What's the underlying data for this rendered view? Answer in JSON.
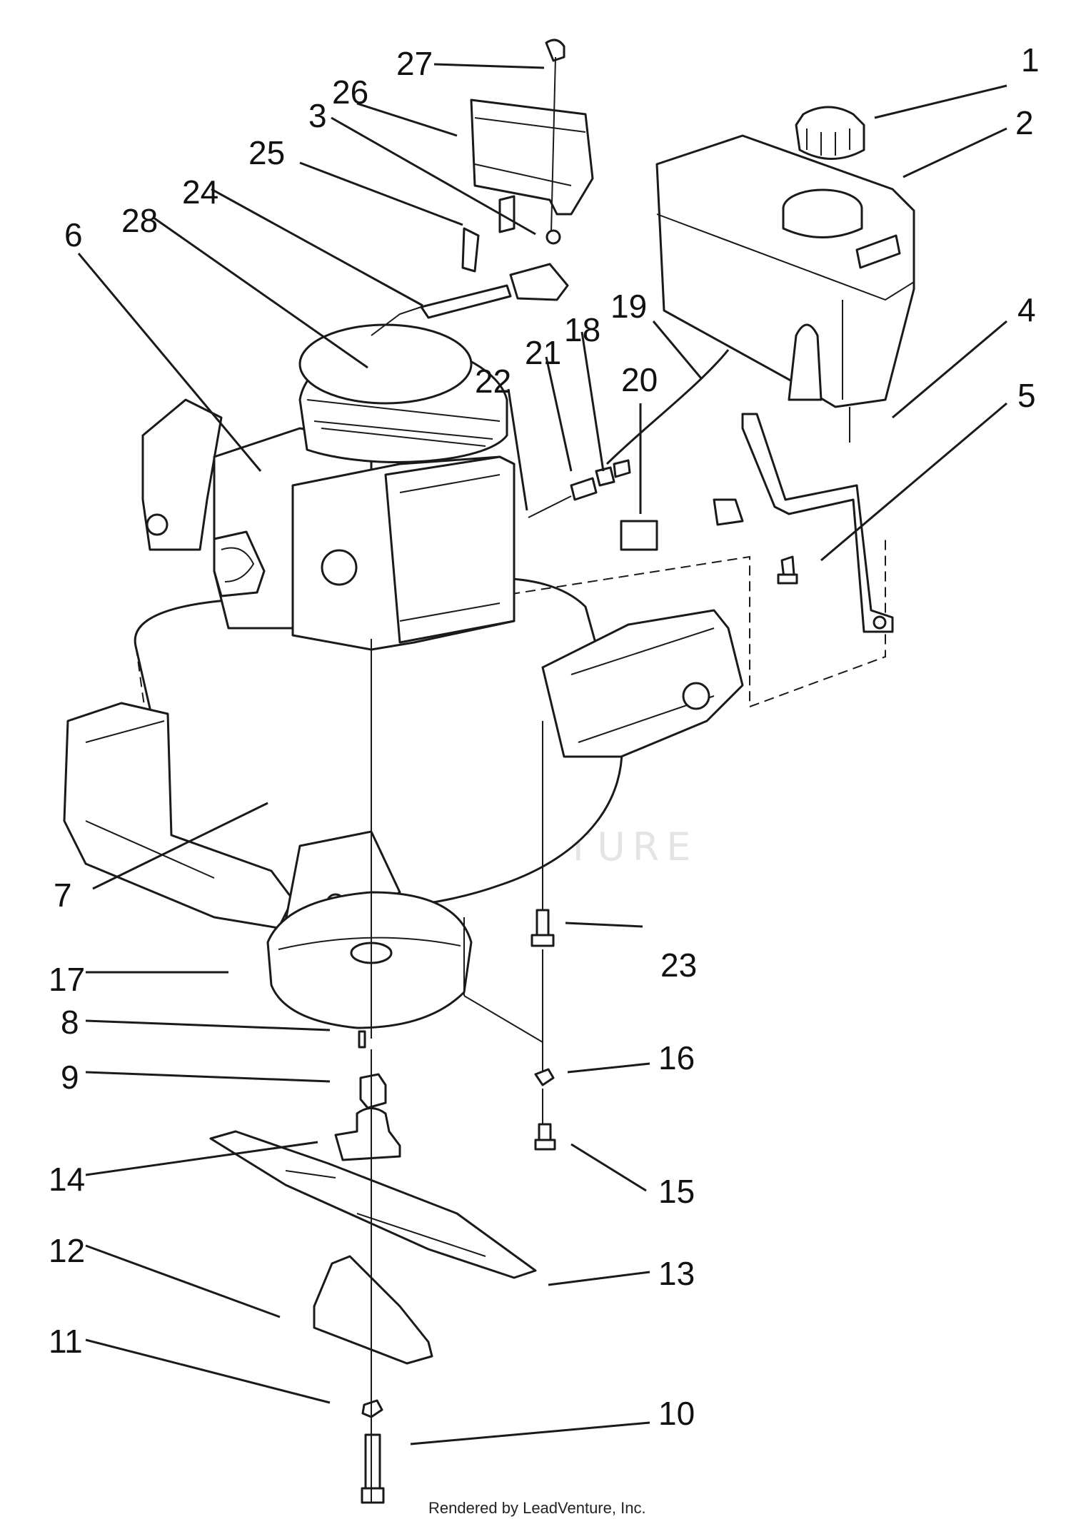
{
  "callouts": [
    {
      "id": "1",
      "label": "1"
    },
    {
      "id": "2",
      "label": "2"
    },
    {
      "id": "3",
      "label": "3"
    },
    {
      "id": "4",
      "label": "4"
    },
    {
      "id": "5",
      "label": "5"
    },
    {
      "id": "6",
      "label": "6"
    },
    {
      "id": "7",
      "label": "7"
    },
    {
      "id": "8",
      "label": "8"
    },
    {
      "id": "9",
      "label": "9"
    },
    {
      "id": "10",
      "label": "10"
    },
    {
      "id": "11",
      "label": "11"
    },
    {
      "id": "12",
      "label": "12"
    },
    {
      "id": "13",
      "label": "13"
    },
    {
      "id": "14",
      "label": "14"
    },
    {
      "id": "15",
      "label": "15"
    },
    {
      "id": "16",
      "label": "16"
    },
    {
      "id": "17",
      "label": "17"
    },
    {
      "id": "18",
      "label": "18"
    },
    {
      "id": "19",
      "label": "19"
    },
    {
      "id": "20",
      "label": "20"
    },
    {
      "id": "21",
      "label": "21"
    },
    {
      "id": "22",
      "label": "22"
    },
    {
      "id": "23",
      "label": "23"
    },
    {
      "id": "24",
      "label": "24"
    },
    {
      "id": "25",
      "label": "25"
    },
    {
      "id": "26",
      "label": "26"
    },
    {
      "id": "27",
      "label": "27"
    },
    {
      "id": "28",
      "label": "28"
    }
  ],
  "watermark": "LEADVENTURE",
  "credit": "Rendered by LeadVenture, Inc."
}
